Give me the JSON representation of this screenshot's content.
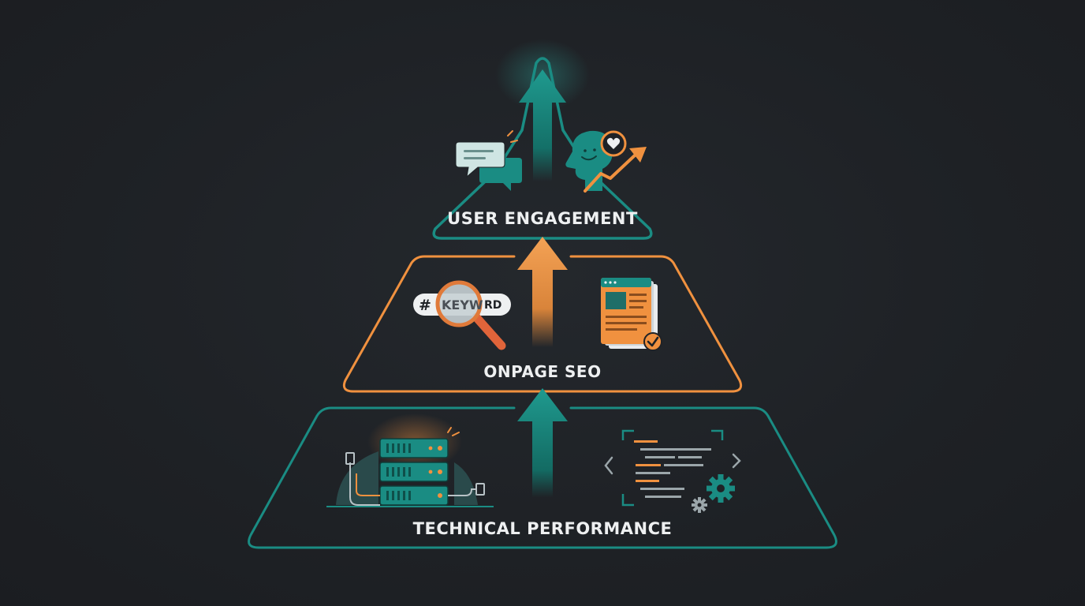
{
  "tiers": {
    "top": {
      "label": "USER ENGAGEMENT"
    },
    "middle": {
      "label": "ONPAGE SEO"
    },
    "bottom": {
      "label": "TECHNICAL PERFORMANCE"
    }
  },
  "keyword_badge": {
    "hash": "#",
    "magnified": "KEYW",
    "rest": "RD"
  },
  "icons": {
    "top_left": "chat-bubbles-icon",
    "top_right": "happy-user-growth-icon",
    "middle_left": "keyword-magnifier-icon",
    "middle_right": "content-page-check-icon",
    "bottom_left": "server-stack-icon",
    "bottom_right": "code-gear-icon"
  },
  "colors": {
    "background": "#1f2226",
    "teal": "#1a8c83",
    "teal_light": "#2fb5a8",
    "orange": "#f0913f",
    "text": "#eef0f1"
  }
}
